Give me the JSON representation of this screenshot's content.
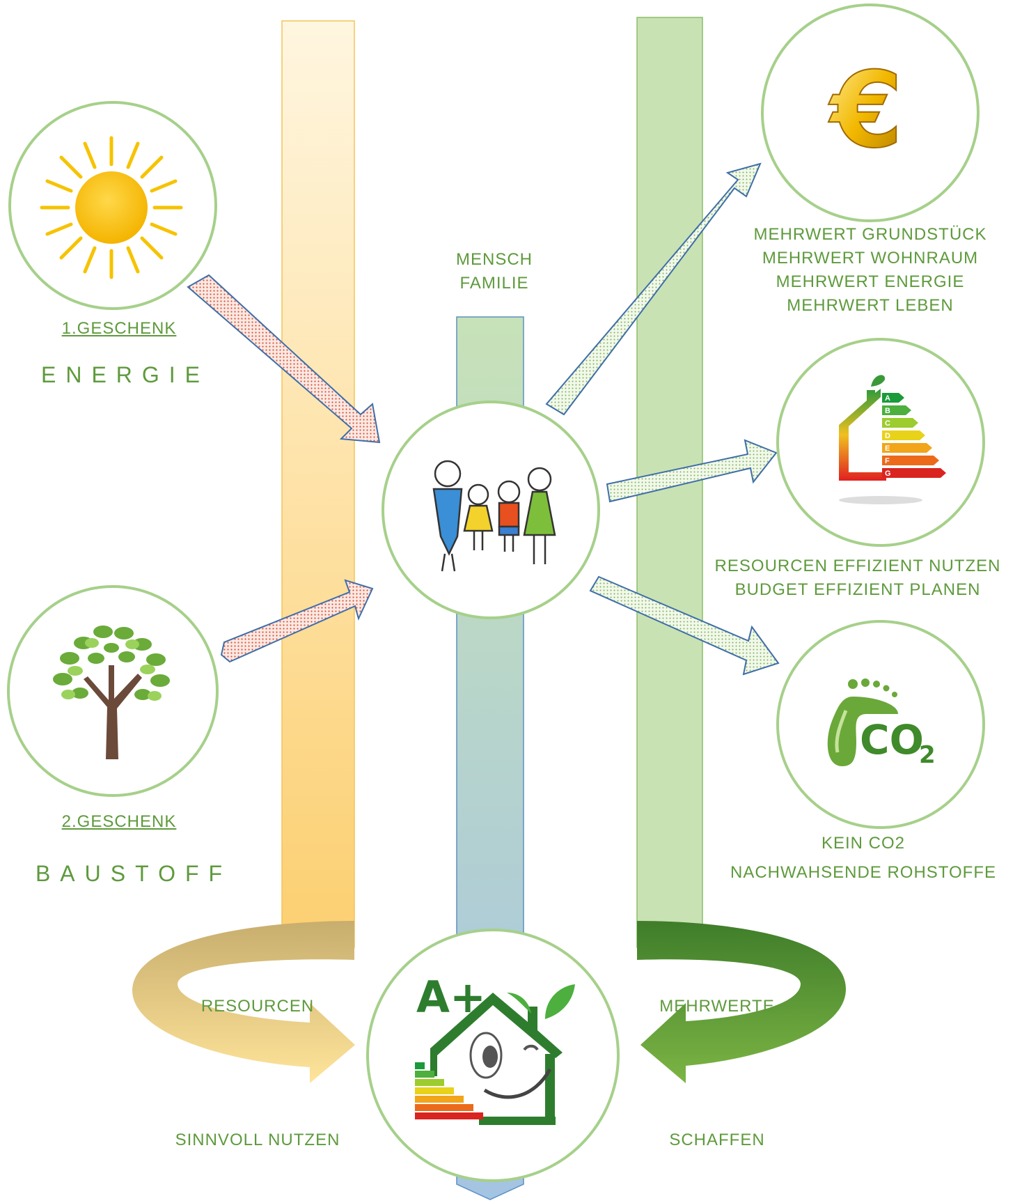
{
  "left": {
    "gift1": "1.GESCHENK",
    "energy": "ENERGIE",
    "gift2": "2.GESCHENK",
    "material": "BAUSTOFF"
  },
  "center": {
    "line1": "MENSCH",
    "line2": "FAMILIE"
  },
  "right": {
    "values": [
      "MEHRWERT GRUNDSTÜCK",
      "MEHRWERT WOHNRAUM",
      "MEHRWERT ENERGIE",
      "MEHRWERT LEBEN"
    ],
    "efficiency": [
      "RESOURCEN EFFIZIENT NUTZEN",
      "BUDGET EFFIZIENT PLANEN"
    ],
    "co2": [
      "KEIN CO2",
      "NACHWAHSENDE ROHSTOFFE"
    ]
  },
  "bottom": {
    "resources": "RESOURCEN",
    "use": "SINNVOLL NUTZEN",
    "added_values": "MEHRWERTE",
    "create": "SCHAFFEN"
  },
  "icons": {
    "energy_scale_letters": [
      "A",
      "B",
      "C",
      "D",
      "E",
      "F",
      "G"
    ],
    "a_plus": "A+",
    "euro": "€",
    "co2": "CO",
    "co2_sub": "2"
  },
  "colors": {
    "green_text": "#5e9a3c",
    "circle_border": "#a6d08a",
    "orange_bar": "#fbd38a",
    "green_bar": "#c9e2b3",
    "blue_bar": "#a9c8df"
  }
}
